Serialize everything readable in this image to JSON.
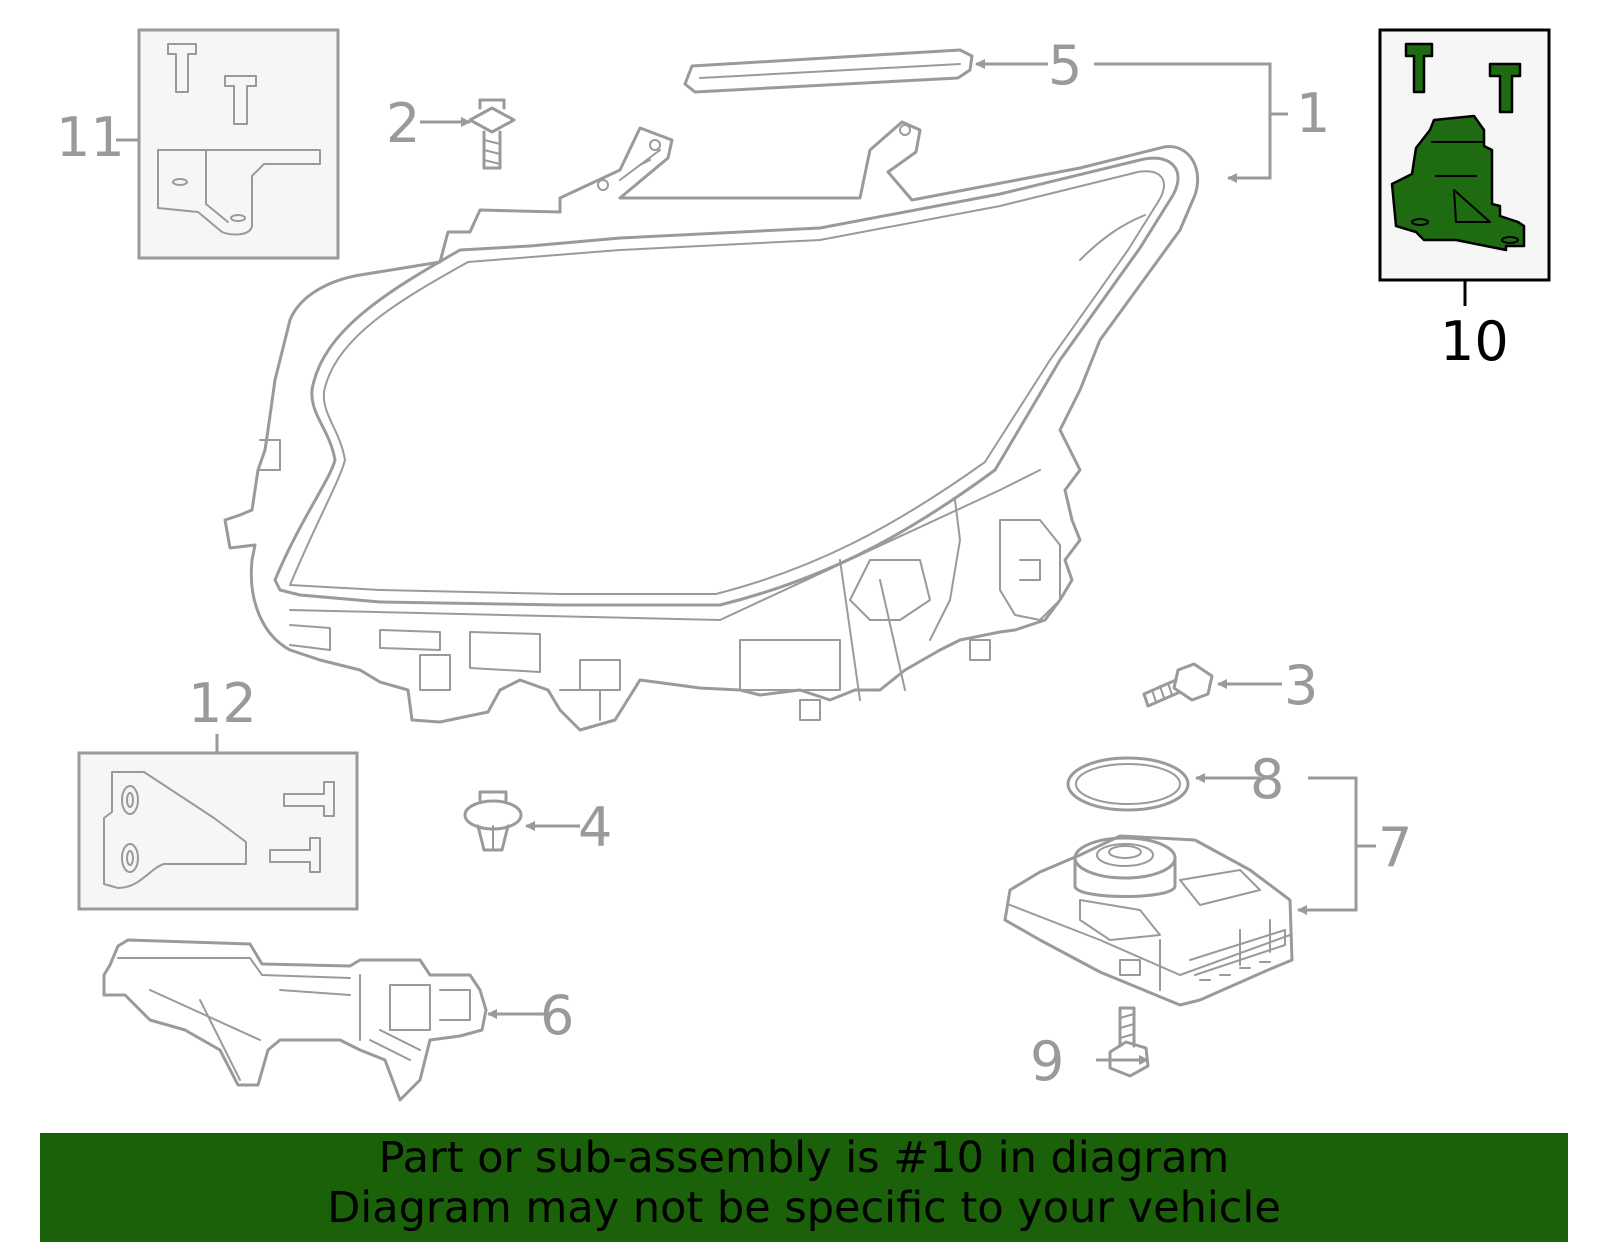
{
  "diagram": {
    "callouts": {
      "c1": "1",
      "c2": "2",
      "c3": "3",
      "c4": "4",
      "c5": "5",
      "c6": "6",
      "c7": "7",
      "c8": "8",
      "c9": "9",
      "c10": "10",
      "c11": "11",
      "c12": "12"
    },
    "highlighted_part": "10",
    "colors": {
      "highlight": "#1e6b12",
      "banner": "#1a6109",
      "line": "#9a9a9a"
    }
  },
  "banner": {
    "line1": "Part or sub-assembly is #10 in diagram",
    "line2": "Diagram may not be specific to your vehicle"
  }
}
